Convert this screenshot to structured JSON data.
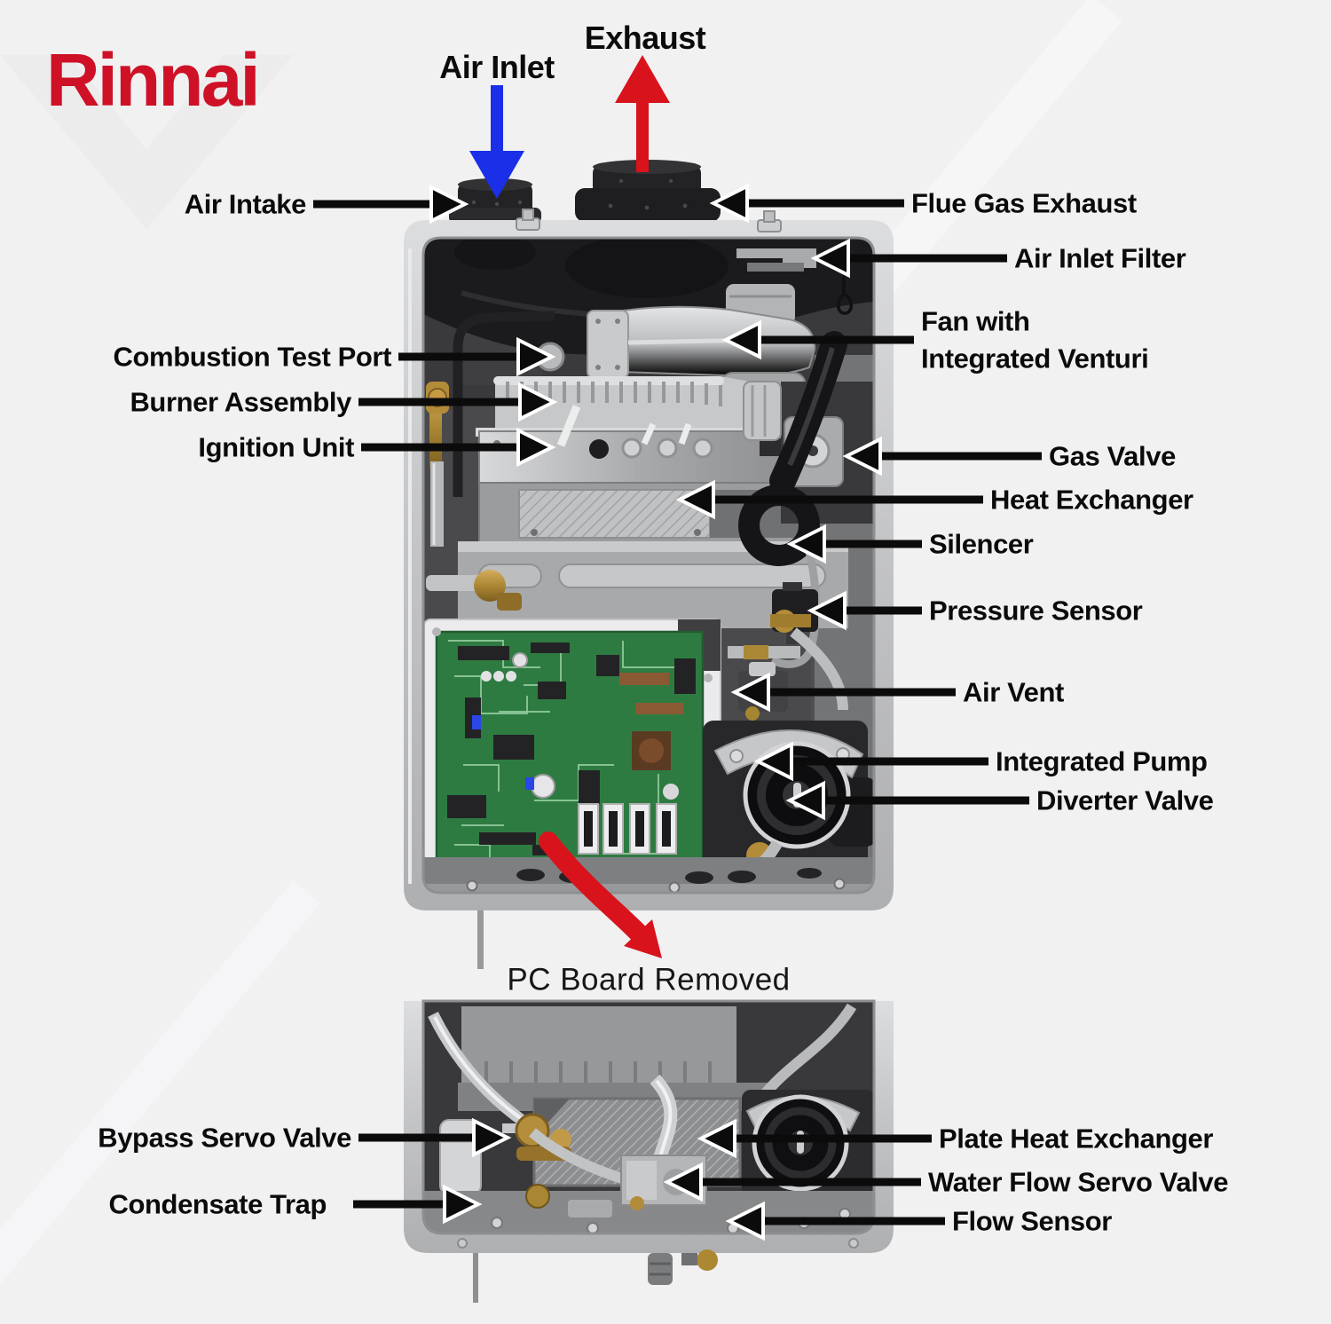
{
  "brand": {
    "logo_text": "Rinnai",
    "brand_red": "#ce1126"
  },
  "flow_indicators": {
    "air_inlet": {
      "label": "Air Inlet",
      "arrow_color": "#1b2fe8",
      "direction": "down"
    },
    "exhaust": {
      "label": "Exhaust",
      "arrow_color": "#d8131c",
      "direction": "up"
    }
  },
  "callouts": {
    "air_intake": "Air Intake",
    "flue_gas_exhaust": "Flue Gas Exhaust",
    "air_inlet_filter": "Air Inlet Filter",
    "fan_with_integrated_venturi_line1": "Fan with",
    "fan_with_integrated_venturi_line2": "Integrated Venturi",
    "combustion_test_port": "Combustion Test Port",
    "burner_assembly": "Burner Assembly",
    "ignition_unit": "Ignition Unit",
    "gas_valve": "Gas Valve",
    "heat_exchanger": "Heat Exchanger",
    "silencer": "Silencer",
    "pressure_sensor": "Pressure Sensor",
    "air_vent": "Air Vent",
    "integrated_pump": "Integrated Pump",
    "diverter_valve": "Diverter Valve",
    "bypass_servo_valve": "Bypass Servo Valve",
    "condensate_trap": "Condensate Trap",
    "plate_heat_exchanger": "Plate Heat Exchanger",
    "water_flow_servo_valve": "Water Flow Servo Valve",
    "flow_sensor": "Flow Sensor"
  },
  "caption": {
    "pc_board_removed": "PC Board Removed"
  },
  "style_colors": {
    "label_text": "#0b0b0b",
    "leader_line": "#0b0b0b",
    "case_gray": "#c6c7c8",
    "pcb_green": "#2e7b42"
  }
}
